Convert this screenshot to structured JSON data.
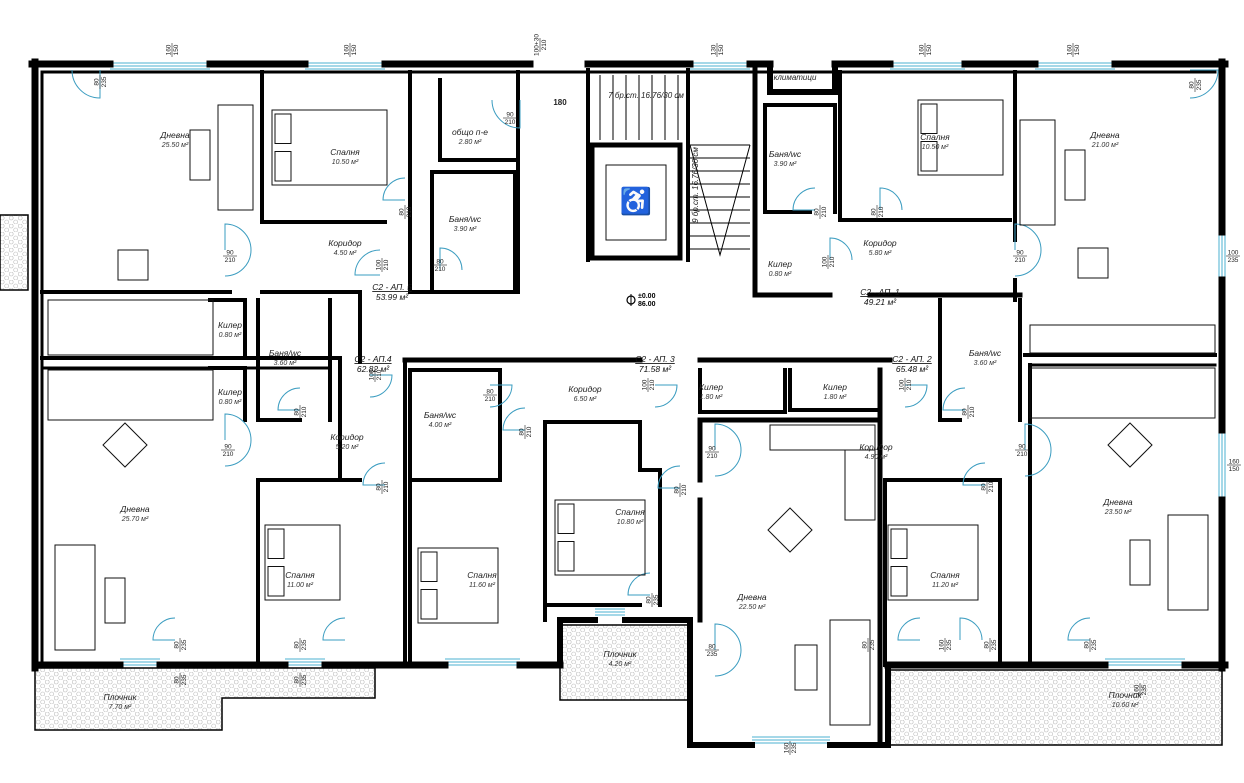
{
  "colors": {
    "wall": "#000000",
    "door": "#3a9cc0",
    "window": "#4bb0d0",
    "paving": "#d8d8d8"
  },
  "labels": {
    "climate": "климатици",
    "stair_top": "7 бр.ст. 16.76/30 см",
    "stair_side": "9 бр.ст. 16.76/30 см",
    "elevation_top": "±0.00",
    "elevation_bottom": "86.00",
    "dim_180": "180",
    "accessibility_icon": "wheelchair-icon"
  },
  "apartments": [
    {
      "name": "C2 - АП. 5",
      "area": "53.99 м²"
    },
    {
      "name": "C2 - АП.4",
      "area": "62.82 м²"
    },
    {
      "name": "C2 - АП. 3",
      "area": "71.58 м²"
    },
    {
      "name": "C2 - АП. 2",
      "area": "65.48 м²"
    },
    {
      "name": "C2 - АП. 1",
      "area": "49.21 м²"
    }
  ],
  "rooms": [
    {
      "name": "Дневна",
      "area": "25.50 м²"
    },
    {
      "name": "Спалня",
      "area": "10.50 м²"
    },
    {
      "name": "общо п-е",
      "area": "2.80 м²"
    },
    {
      "name": "Баня/wc",
      "area": "3.90 м²"
    },
    {
      "name": "Коридор",
      "area": "4.50 м²"
    },
    {
      "name": "Килер",
      "area": "0.80 м²"
    },
    {
      "name": "Баня/wc",
      "area": "3.60 м²"
    },
    {
      "name": "Килер",
      "area": "0.80 м²"
    },
    {
      "name": "Коридор",
      "area": "5.20 м²"
    },
    {
      "name": "Дневна",
      "area": "25.70 м²"
    },
    {
      "name": "Спалня",
      "area": "11.00 м²"
    },
    {
      "name": "Баня/wc",
      "area": "4.00 м²"
    },
    {
      "name": "Коридор",
      "area": "6.50 м²"
    },
    {
      "name": "Спалня",
      "area": "11.60 м²"
    },
    {
      "name": "Спалня",
      "area": "10.80 м²"
    },
    {
      "name": "Плочник",
      "area": "4.20 м²"
    },
    {
      "name": "Килер",
      "area": "1.80 м²"
    },
    {
      "name": "Килер",
      "area": "1.80 м²"
    },
    {
      "name": "Дневна",
      "area": "22.50 м²"
    },
    {
      "name": "Баня/wc",
      "area": "3.60 м²"
    },
    {
      "name": "Коридор",
      "area": "4.90 м²"
    },
    {
      "name": "Спалня",
      "area": "11.20 м²"
    },
    {
      "name": "Дневна",
      "area": "23.50 м²"
    },
    {
      "name": "Плочник",
      "area": "10.60 м²"
    },
    {
      "name": "Баня/wc",
      "area": "3.90 м²"
    },
    {
      "name": "Спалня",
      "area": "10.50 м²"
    },
    {
      "name": "Дневна",
      "area": "21.00 м²"
    },
    {
      "name": "Килер",
      "area": "0.80 м²"
    },
    {
      "name": "Коридор",
      "area": "5.80 м²"
    },
    {
      "name": "Плочник",
      "area": "7.70 м²"
    }
  ],
  "opening_tags": [
    {
      "w": "160",
      "h": "150"
    },
    {
      "w": "160",
      "h": "150"
    },
    {
      "w": "100+30",
      "h": "210"
    },
    {
      "w": "130",
      "h": "150"
    },
    {
      "w": "160",
      "h": "150"
    },
    {
      "w": "160",
      "h": "150"
    },
    {
      "w": "80",
      "h": "235"
    },
    {
      "w": "80",
      "h": "235"
    },
    {
      "w": "90",
      "h": "210"
    },
    {
      "w": "80",
      "h": "210"
    },
    {
      "w": "90",
      "h": "210"
    },
    {
      "w": "100",
      "h": "210"
    },
    {
      "w": "80",
      "h": "210"
    },
    {
      "w": "80",
      "h": "210"
    },
    {
      "w": "80",
      "h": "210"
    },
    {
      "w": "100",
      "h": "210"
    },
    {
      "w": "90",
      "h": "210"
    },
    {
      "w": "100",
      "h": "235"
    },
    {
      "w": "100",
      "h": "210"
    },
    {
      "w": "80",
      "h": "210"
    },
    {
      "w": "90",
      "h": "210"
    },
    {
      "w": "80",
      "h": "210"
    },
    {
      "w": "80",
      "h": "210"
    },
    {
      "w": "80",
      "h": "210"
    },
    {
      "w": "100",
      "h": "210"
    },
    {
      "w": "90",
      "h": "210"
    },
    {
      "w": "80",
      "h": "210"
    },
    {
      "w": "80",
      "h": "235"
    },
    {
      "w": "80",
      "h": "235"
    },
    {
      "w": "160",
      "h": "235"
    },
    {
      "w": "100",
      "h": "210"
    },
    {
      "w": "80",
      "h": "210"
    },
    {
      "w": "90",
      "h": "210"
    },
    {
      "w": "80",
      "h": "210"
    },
    {
      "w": "160",
      "h": "150"
    },
    {
      "w": "80",
      "h": "235"
    },
    {
      "w": "80",
      "h": "235"
    },
    {
      "w": "80",
      "h": "235"
    },
    {
      "w": "160",
      "h": "235"
    },
    {
      "w": "80",
      "h": "235"
    },
    {
      "w": "80",
      "h": "235"
    },
    {
      "w": "80",
      "h": "235"
    },
    {
      "w": "80",
      "h": "235"
    },
    {
      "w": "160",
      "h": "235"
    }
  ]
}
